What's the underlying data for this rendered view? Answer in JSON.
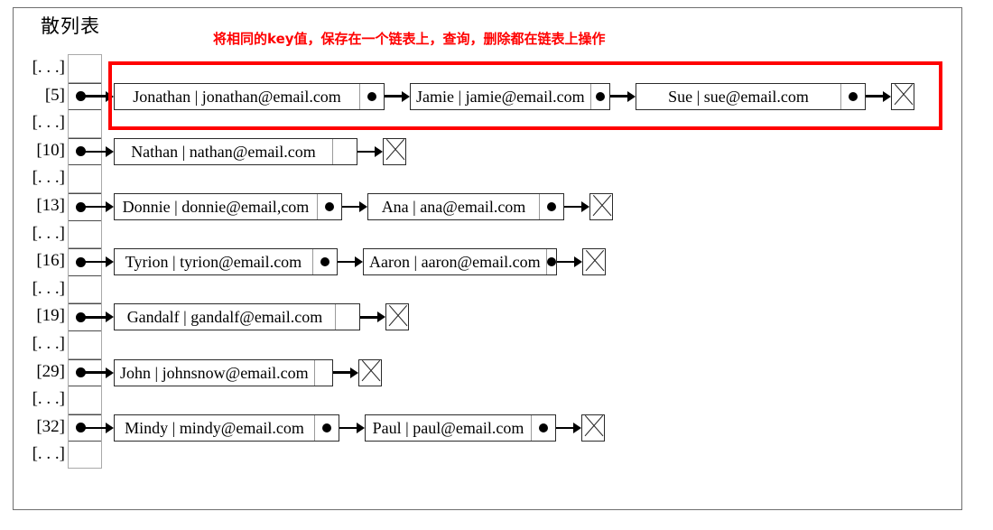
{
  "title": "散列表",
  "annotation": "将相同的key值，保存在一个链表上，查询，删除都在链表上操作",
  "colors": {
    "highlight": "#ff0000",
    "frame": "#6f6f6f",
    "node_border": "#2a2a2a",
    "bucket_border": "#a9a9a9"
  },
  "ellipsis_label": "[. . .]",
  "buckets": [
    {
      "label": "[. . .]",
      "filled": false,
      "nodes": []
    },
    {
      "label": "[5]",
      "filled": true,
      "nodes": [
        "Jonathan | jonathan@email.com",
        "Jamie | jamie@email.com",
        "Sue | sue@email.com"
      ]
    },
    {
      "label": "[. . .]",
      "filled": false,
      "nodes": []
    },
    {
      "label": "[10]",
      "filled": true,
      "nodes": [
        "Nathan | nathan@email.com"
      ]
    },
    {
      "label": "[. . .]",
      "filled": false,
      "nodes": []
    },
    {
      "label": "[13]",
      "filled": true,
      "nodes": [
        "Donnie | donnie@email,com",
        "Ana | ana@email.com"
      ]
    },
    {
      "label": "[. . .]",
      "filled": false,
      "nodes": []
    },
    {
      "label": "[16]",
      "filled": true,
      "nodes": [
        "Tyrion | tyrion@email.com",
        "Aaron | aaron@email.com"
      ]
    },
    {
      "label": "[. . .]",
      "filled": false,
      "nodes": []
    },
    {
      "label": "[19]",
      "filled": true,
      "nodes": [
        "Gandalf | gandalf@email.com"
      ]
    },
    {
      "label": "[. . .]",
      "filled": false,
      "nodes": []
    },
    {
      "label": "[29]",
      "filled": true,
      "nodes": [
        "John | johnsnow@email.com"
      ]
    },
    {
      "label": "[. . .]",
      "filled": false,
      "nodes": []
    },
    {
      "label": "[32]",
      "filled": true,
      "nodes": [
        "Mindy | mindy@email.com",
        "Paul | paul@email.com"
      ]
    },
    {
      "label": "[. . .]",
      "filled": false,
      "nodes": []
    }
  ],
  "layout": {
    "node_widths": [
      [
        300,
        222,
        255
      ],
      [
        270
      ],
      [
        253,
        218
      ],
      [
        248,
        215
      ],
      [
        273
      ],
      [
        243
      ],
      [
        250,
        212
      ]
    ],
    "row_tops": [
      88,
      150,
      212,
      273,
      334,
      396,
      458
    ]
  }
}
